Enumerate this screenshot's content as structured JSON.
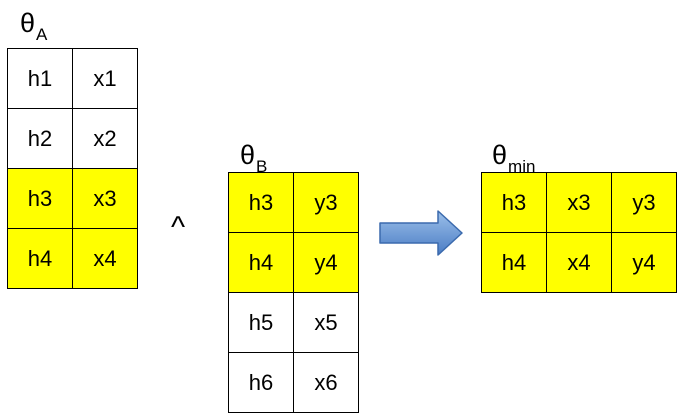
{
  "theta_a": {
    "label_main": "θ",
    "label_sub": "A",
    "rows": [
      {
        "cells": [
          "h1",
          "x1"
        ],
        "highlight": false
      },
      {
        "cells": [
          "h2",
          "x2"
        ],
        "highlight": false
      },
      {
        "cells": [
          "h3",
          "x3"
        ],
        "highlight": true
      },
      {
        "cells": [
          "h4",
          "x4"
        ],
        "highlight": true
      }
    ]
  },
  "operator": "^",
  "theta_b": {
    "label_main": "θ",
    "label_sub": "B",
    "rows": [
      {
        "cells": [
          "h3",
          "y3"
        ],
        "highlight": true
      },
      {
        "cells": [
          "h4",
          "y4"
        ],
        "highlight": true
      },
      {
        "cells": [
          "h5",
          "x5"
        ],
        "highlight": false
      },
      {
        "cells": [
          "h6",
          "x6"
        ],
        "highlight": false
      }
    ]
  },
  "theta_min": {
    "label_main": "θ",
    "label_sub": "min",
    "rows": [
      {
        "cells": [
          "h3",
          "x3",
          "y3"
        ],
        "highlight": true
      },
      {
        "cells": [
          "h4",
          "x4",
          "y4"
        ],
        "highlight": true
      }
    ]
  },
  "colors": {
    "highlight": "#ffff00",
    "arrow_top": "#9cc0ea",
    "arrow_bottom": "#4a7cc4",
    "arrow_stroke": "#3b6aad"
  },
  "icons": {
    "arrow": "right-arrow-icon"
  }
}
